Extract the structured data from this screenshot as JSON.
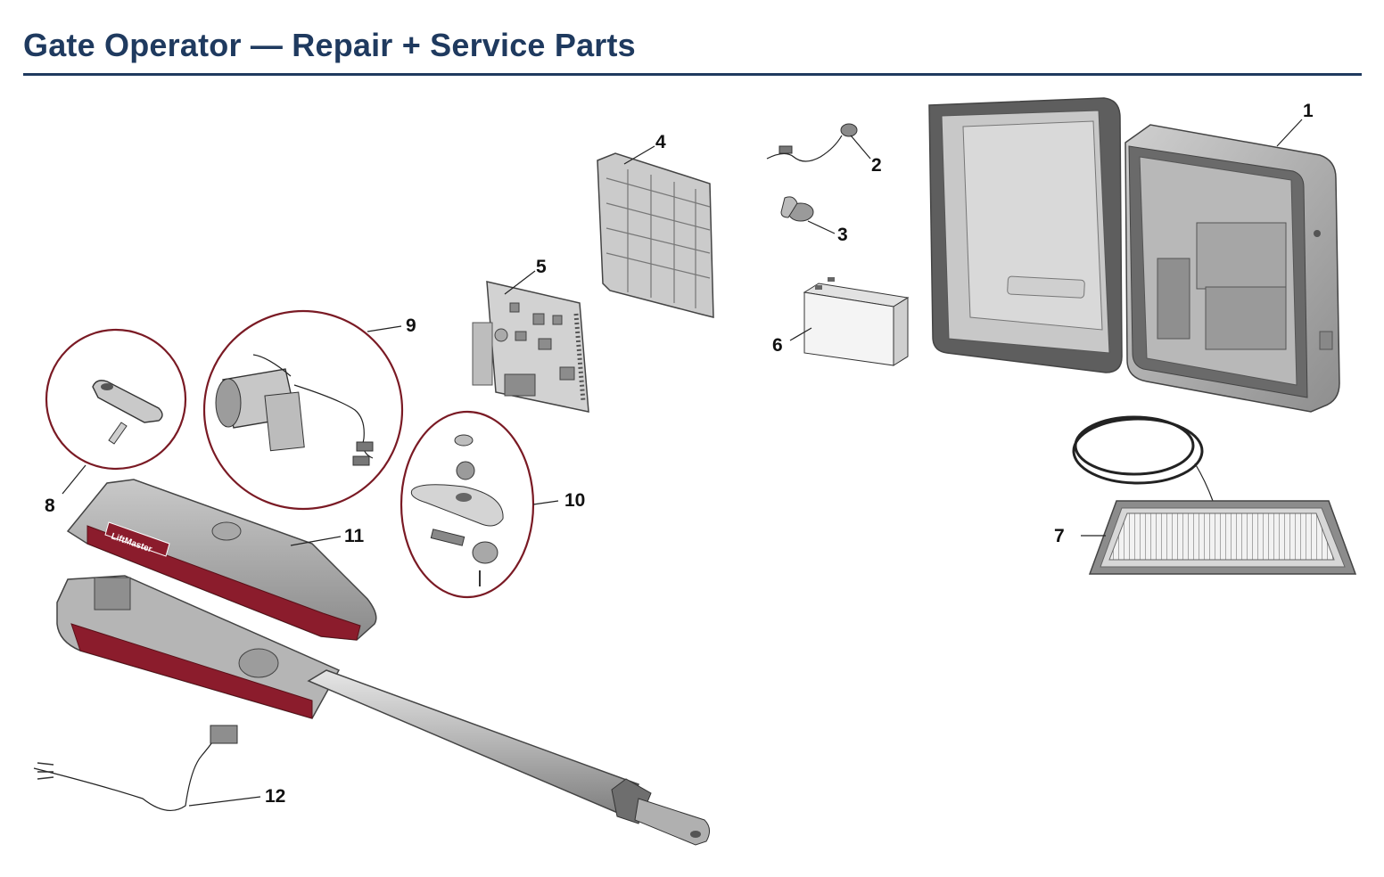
{
  "title": "Gate Operator — Repair + Service Parts",
  "brand_label": "LiftMaster",
  "callouts": {
    "c1": "1",
    "c2": "2",
    "c3": "3",
    "c4": "4",
    "c5": "5",
    "c6": "6",
    "c7": "7",
    "c8": "8",
    "c9": "9",
    "c10": "10",
    "c11": "11",
    "c12": "12"
  },
  "colors": {
    "title": "#1f3a5f",
    "accent_red": "#8b1c2c",
    "circle_outline": "#7a1a24",
    "housing_gray": "#a9a9a9"
  }
}
